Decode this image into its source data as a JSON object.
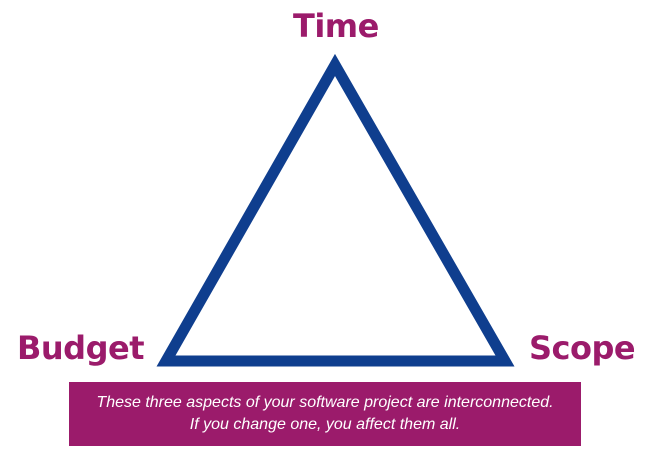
{
  "diagram": {
    "type": "project-management-triangle",
    "vertices": {
      "top": "Time",
      "bottom_left": "Budget",
      "bottom_right": "Scope"
    },
    "caption": {
      "line1": "These three aspects of your software project are interconnected.",
      "line2": "If you change one, you affect them all."
    },
    "colors": {
      "label": "#9b1b6b",
      "triangle_stroke": "#0f3e8e",
      "caption_bg": "#9b1b6b",
      "caption_text": "#ffffff"
    }
  }
}
